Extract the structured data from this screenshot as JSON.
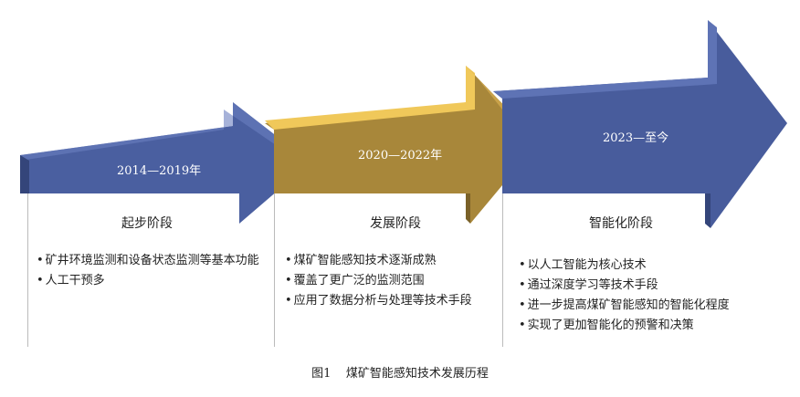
{
  "colors": {
    "blue": "#4a5fa0",
    "gold": "#a8873a",
    "gold_top": "#f0c85a"
  },
  "phases": [
    {
      "period": "2014—2019年",
      "stage": "起步阶段",
      "bullets": [
        "矿井环境监测和设备状态监测等基本功能",
        "人工干预多"
      ]
    },
    {
      "period": "2020—2022年",
      "stage": "发展阶段",
      "bullets": [
        "煤矿智能感知技术逐渐成熟",
        "覆盖了更广泛的监测范围",
        "应用了数据分析与处理等技术手段"
      ]
    },
    {
      "period": "2023—至今",
      "stage": "智能化阶段",
      "bullets": [
        "以人工智能为核心技术",
        "通过深度学习等技术手段",
        "进一步提高煤矿智能感知的智能化程度",
        "实现了更加智能化的预警和决策"
      ]
    }
  ],
  "caption": {
    "number": "图1",
    "title": "煤矿智能感知技术发展历程"
  }
}
